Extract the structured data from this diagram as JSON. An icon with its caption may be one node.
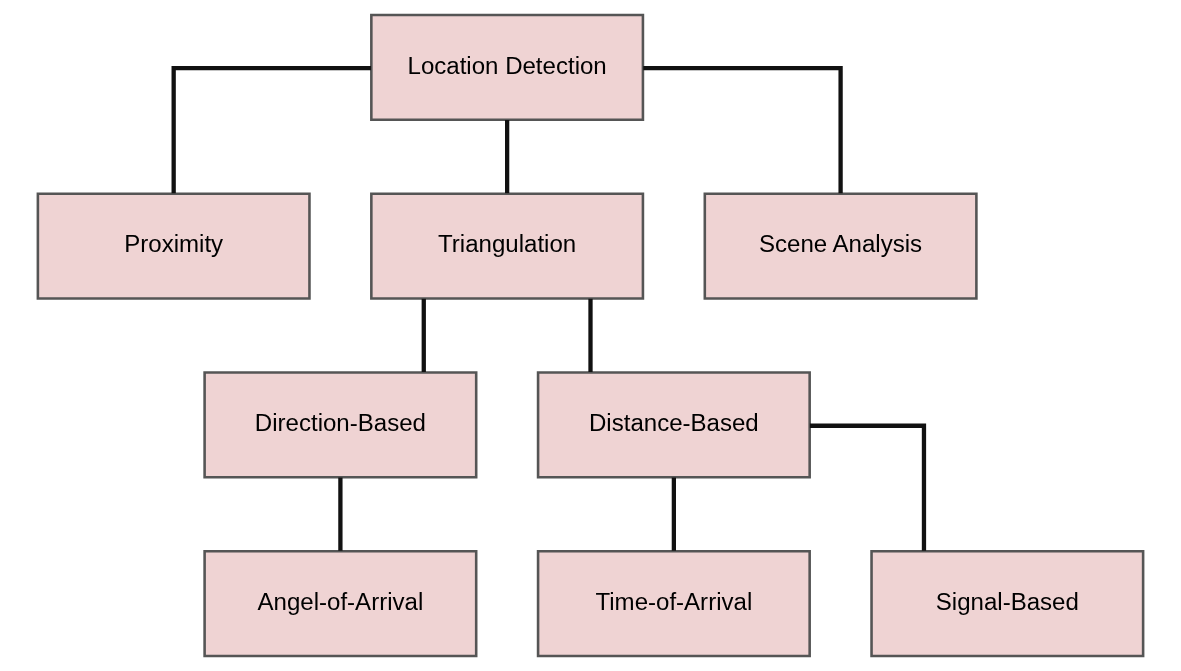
{
  "diagram": {
    "nodes": [
      {
        "text": [
          "Location Detection"
        ]
      },
      {
        "text": [
          "Proximity"
        ]
      },
      {
        "text": [
          "Triangulation"
        ]
      },
      {
        "text": [
          "Scene Analysis"
        ]
      },
      {
        "text": [
          "Direction-Based"
        ]
      },
      {
        "text": [
          "Distance-Based"
        ]
      },
      {
        "text": [
          "Angel-of-Arrival"
        ]
      },
      {
        "text": [
          "Time-of-Arrival"
        ]
      },
      {
        "text": [
          "Signal-Based"
        ]
      }
    ],
    "edges": [
      {
        "from": 0,
        "to": 1,
        "arrow": "none"
      },
      {
        "from": 0,
        "to": 2,
        "arrow": "none"
      },
      {
        "from": 0,
        "to": 3,
        "arrow": "none"
      },
      {
        "from": 2,
        "to": 4,
        "arrow": "none"
      },
      {
        "from": 2,
        "to": 5,
        "arrow": "none"
      },
      {
        "from": 4,
        "to": 6,
        "arrow": "none"
      },
      {
        "from": 5,
        "to": 7,
        "arrow": "none"
      },
      {
        "from": 5,
        "to": 8,
        "arrow": "none"
      }
    ]
  }
}
